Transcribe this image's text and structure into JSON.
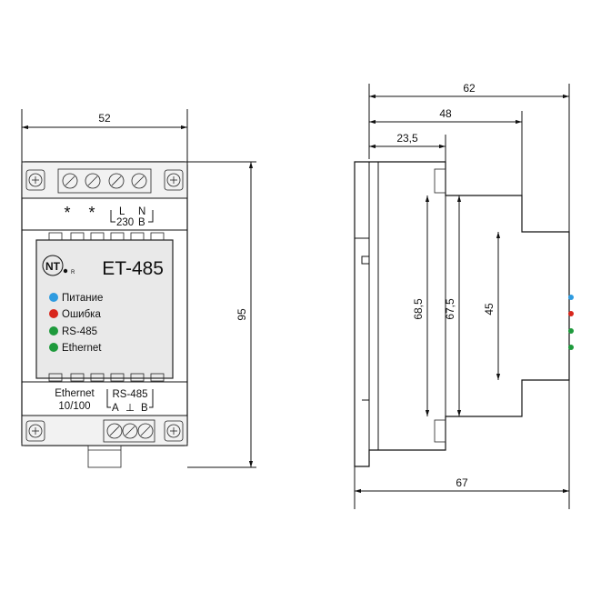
{
  "front_view": {
    "dims": {
      "width": "52",
      "height": "95"
    },
    "top_terminal_labels": {
      "star1": "*",
      "star2": "*",
      "L": "L",
      "N": "N",
      "v230": "230",
      "B": "B"
    },
    "logo": {
      "mark": "NT",
      "reg": "R"
    },
    "model": "ET-485",
    "leds": [
      {
        "label": "Питание",
        "color": "#2e9be0"
      },
      {
        "label": "Ошибка",
        "color": "#d8261c"
      },
      {
        "label": "RS-485",
        "color": "#1e9a3c"
      },
      {
        "label": "Ethernet",
        "color": "#1e9a3c"
      }
    ],
    "bottom_labels": {
      "ethernet": "Ethernet",
      "speed": "10/100",
      "rs485": "RS-485",
      "A": "A",
      "ground": "⊥",
      "B": "B"
    }
  },
  "side_view": {
    "dims": {
      "total_depth": "62",
      "depth_48": "48",
      "depth_23": "23,5",
      "bottom_depth": "67",
      "h1": "68,5",
      "h2": "67,5",
      "h3": "45"
    }
  }
}
